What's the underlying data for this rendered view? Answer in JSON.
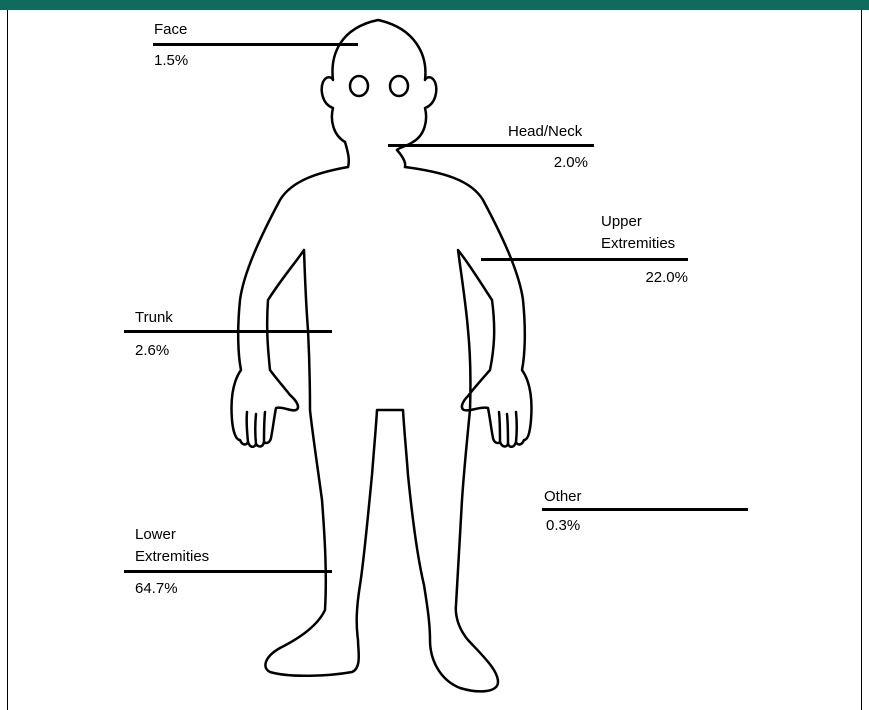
{
  "header": {
    "color": "#0f6b5c"
  },
  "regions": {
    "face": {
      "label": "Face",
      "value": "1.5%"
    },
    "head_neck": {
      "label": "Head/Neck",
      "value": "2.0%"
    },
    "upper": {
      "label_line1": "Upper",
      "label_line2": "Extremities",
      "value": "22.0%"
    },
    "trunk": {
      "label": "Trunk",
      "value": "2.6%"
    },
    "other": {
      "label": "Other",
      "value": "0.3%"
    },
    "lower": {
      "label_line1": "Lower",
      "label_line2": "Extremities",
      "value": "64.7%"
    }
  }
}
